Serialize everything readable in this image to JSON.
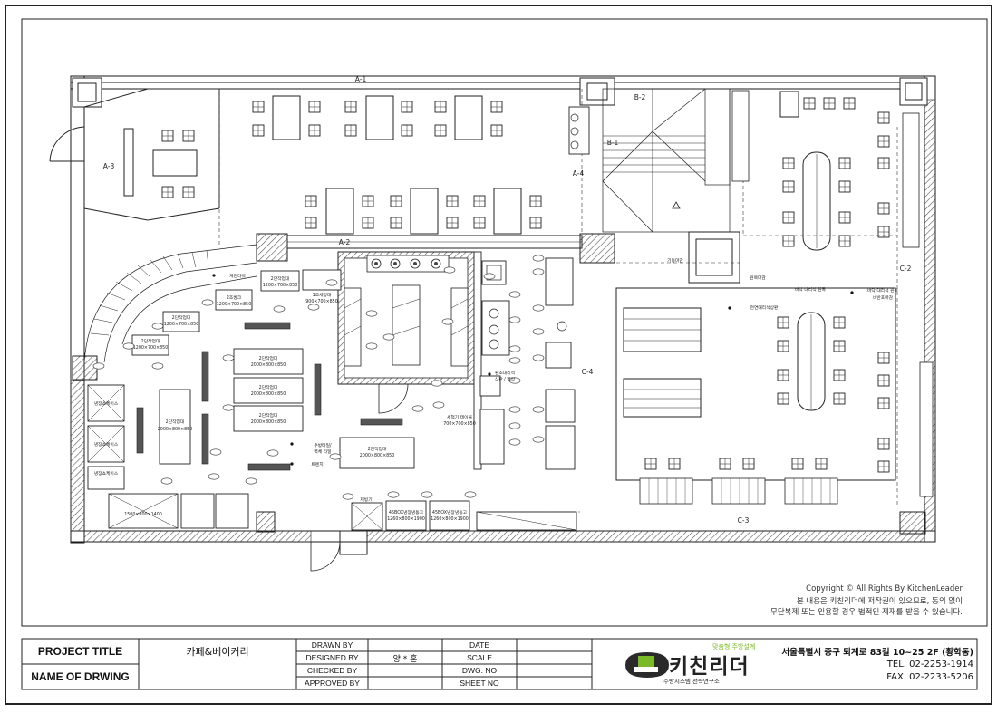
{
  "zones": {
    "a1": "A-1",
    "a2": "A-2",
    "a3": "A-3",
    "a4": "A-4",
    "b1": "B-1",
    "b2": "B-2",
    "c2": "C-2",
    "c3": "C-3",
    "c4": "C-4"
  },
  "equipment": {
    "stair_stand": "계단타워",
    "work_table_a": "2단작업대",
    "work_table_a_size": "1200×700×850",
    "sink_unit": "1조세정대",
    "sink_unit_size": "900×700×850",
    "work_table_b": "2단작업대",
    "work_table_b_size": "1200×700×850",
    "sink_b": "2조씽크",
    "sink_b_size": "1200×700×850",
    "work_table_c": "2단작업대",
    "work_table_c_size": "1200×700×850",
    "bench_1": "2단작업대",
    "bench_1_size": "2000×800×850",
    "bench_2": "2단작업대",
    "bench_2_size": "2000×800×850",
    "bench_3": "2단작업대",
    "bench_3_size": "2000×800×850",
    "bench_long": "2단작업대",
    "bench_long_size": "2000×800×850",
    "bench_mid": "2단작업대",
    "bench_mid_size": "2000×800×850",
    "kitchen_tile": "주방타일/",
    "kitchen_tile_2": "벽체 타일",
    "trench": "트렌치",
    "showcase_1": "냉장쇼케이스",
    "showcase_2": "냉장쇼케이스",
    "showcase_3": "냉장쇼케이스",
    "showcase_size": "1500×800×1400",
    "fridge_1": "45BOX냉장냉동고",
    "fridge_1_size": "1260×800×1900",
    "fridge_2": "45BOX냉장냉동고",
    "fridge_2_size": "1260×800×1900",
    "ice_maker": "제빙기",
    "coffee_station": "판조대리석",
    "coffee_station_2": "상판 / 벽장",
    "dish_table": "세척기 테이블",
    "dish_table_size": "700×700×850",
    "seat_note_1": "천연대리석상판",
    "seat_note_2": "바닥 대리석 원목",
    "seat_note_3": "비반포마감",
    "pillar_note": "기둥마감",
    "counter_note": "원목마감",
    "bar_note": "바닥 대리석 원목"
  },
  "notices": {
    "copyright": "Copyright © All Rights By KitchenLeader",
    "line1": "본 내용은 키친리더에 저작권이 있으므로, 동의 없이",
    "line2": "무단복제 또는 인용할 경우 법적인 제재를 받을 수 있습니다."
  },
  "titleblock": {
    "project_title_label": "PROJECT TITLE",
    "project_title_value": "카페&베이커리",
    "drawing_name_label": "NAME OF DRWING",
    "drawing_name_value": "",
    "drawn_by_label": "DRAWN BY",
    "designed_by_label": "DESIGNED BY",
    "designed_by_value": "양 * 훈",
    "checked_by_label": "CHECKED BY",
    "approved_by_label": "APPROVED BY",
    "date_label": "DATE",
    "scale_label": "SCALE",
    "dwg_no_label": "DWG. NO",
    "sheet_no_label": "SHEET NO"
  },
  "company": {
    "logo_text": "키친리더",
    "tagline": "맞춤형 주방설계",
    "sub": "주방시스템 전략연구소",
    "address": "서울특별시 중구 퇴계로 83길 10~25 2F (황학동)",
    "tel": "TEL. 02-2253-1914",
    "fax": "FAX. 02-2233-5206"
  },
  "colors": {
    "line": "#1a1a1a",
    "hatch": "#555555",
    "logo_green": "#7ab928",
    "logo_dark": "#222222"
  }
}
